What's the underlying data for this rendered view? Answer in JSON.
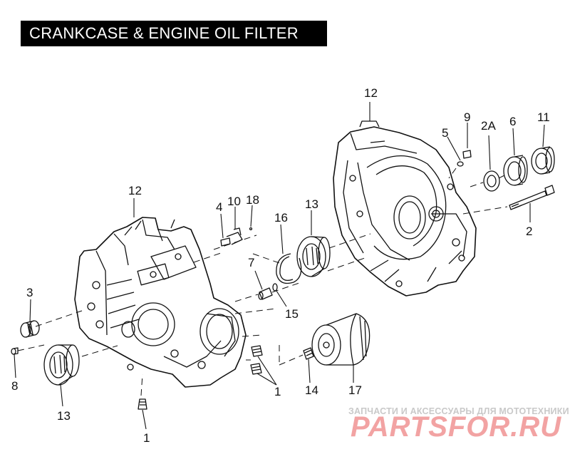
{
  "title": "CRANKCASE & ENGINE OIL FILTER",
  "callouts": [
    {
      "id": "c12a",
      "text": "12"
    },
    {
      "id": "c12b",
      "text": "12"
    },
    {
      "id": "c9",
      "text": "9"
    },
    {
      "id": "c5",
      "text": "5"
    },
    {
      "id": "c2A",
      "text": "2A"
    },
    {
      "id": "c6",
      "text": "6"
    },
    {
      "id": "c11",
      "text": "11"
    },
    {
      "id": "c4",
      "text": "4"
    },
    {
      "id": "c10",
      "text": "10"
    },
    {
      "id": "c18",
      "text": "18"
    },
    {
      "id": "c16",
      "text": "16"
    },
    {
      "id": "c13a",
      "text": "13"
    },
    {
      "id": "c2",
      "text": "2"
    },
    {
      "id": "c7",
      "text": "7"
    },
    {
      "id": "c3",
      "text": "3"
    },
    {
      "id": "c15",
      "text": "15"
    },
    {
      "id": "c8",
      "text": "8"
    },
    {
      "id": "c13b",
      "text": "13"
    },
    {
      "id": "c1a",
      "text": "1"
    },
    {
      "id": "c14",
      "text": "14"
    },
    {
      "id": "c17",
      "text": "17"
    },
    {
      "id": "c1b",
      "text": "1"
    }
  ],
  "watermark": {
    "tagline": "ЗАПЧАСТИ И АКСЕССУАРЫ ДЛЯ МОТОТЕХНИКИ",
    "brand": "PARTSFOR.RU",
    "brand_color": "#f2a3a3"
  }
}
